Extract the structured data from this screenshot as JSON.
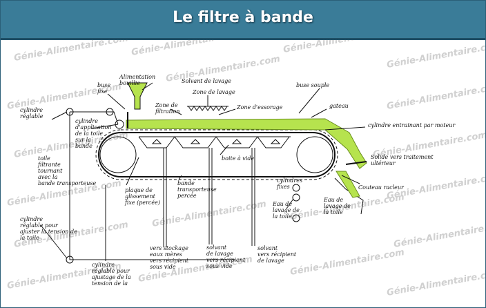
{
  "title": "Le filtre à bande",
  "watermark": "Génie-Alimentaire.com",
  "colors": {
    "header": "#3a7c98",
    "cake": "#b6e34e",
    "ink": "#111111"
  },
  "labels": {
    "alimentation": [
      "Alimentation",
      "bouillie"
    ],
    "solvant_lavage": [
      "Solvant de lavage"
    ],
    "zone_lavage": [
      "Zone de lavage"
    ],
    "buse_fixe": [
      "buse",
      "fixe"
    ],
    "buse_souple": [
      "buse souple"
    ],
    "gateau": [
      "gateau"
    ],
    "zone_filtration": [
      "Zone de",
      "filtration"
    ],
    "zone_essorage": [
      "Zone d'essorage"
    ],
    "cylindre_reglable": [
      "cylindre",
      "réglable"
    ],
    "cylindre_application": [
      "cylindre",
      "d'application",
      "de la toile",
      "sur la",
      "bande"
    ],
    "cylindre_entrainant": [
      "cylindre entrainant par moteur"
    ],
    "toile_filtrante": [
      "toile",
      "filtrante",
      "tournant",
      "avec la",
      "bande transporteuse"
    ],
    "boite_vide": [
      "boite à vide"
    ],
    "solide": [
      "Solide vers traitement",
      "ultérieur"
    ],
    "couteau_racleur": [
      "Couteau racleur"
    ],
    "cylindres_fixes": [
      "cylindres",
      "fixes"
    ],
    "plaque": [
      "plaque de",
      "glissement",
      "fixe (percée)"
    ],
    "bande_transporteuse": [
      "bande",
      "transporteuse",
      "percée"
    ],
    "eau_lavage_toile_left": [
      "Eau de",
      "lavage de",
      "la toile"
    ],
    "eau_lavage_toile_right": [
      "Eau de",
      "lavage de",
      "la toile"
    ],
    "cylindre_reglable_tension": [
      "cylindre",
      "réglable pour",
      "ajuster la tension de",
      "la toile"
    ],
    "vers_stockage": [
      "vers stockage",
      "eaux mères",
      "vers récipient",
      "sous vide"
    ],
    "solvant_delavage": [
      "solvant",
      "de lavage",
      "vers récipient",
      "sous vide"
    ],
    "solvant_recipient": [
      "solvant",
      "vers récipient",
      "de lavage"
    ],
    "cylindre_reglable_pour": [
      "cylindre",
      "réglable pour",
      "ajustage de la",
      "tension de la"
    ]
  }
}
